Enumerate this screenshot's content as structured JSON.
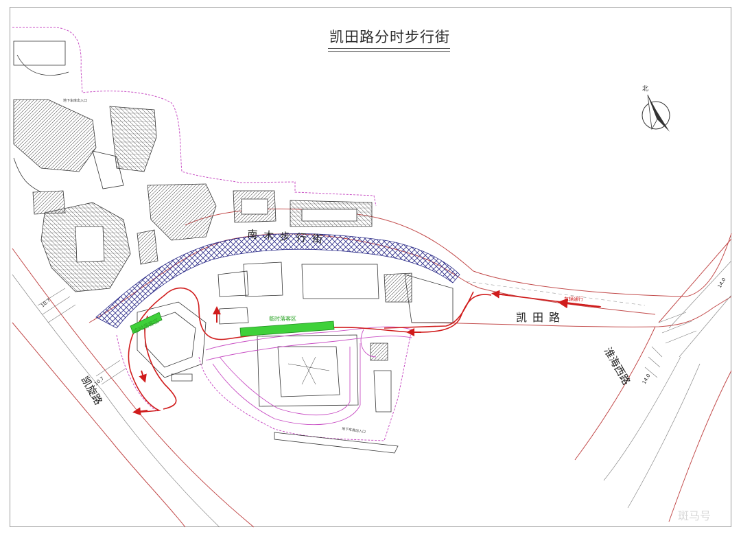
{
  "title": "凯田路分时步行街",
  "north_label": "北",
  "roads": {
    "kaitian": "凯田路",
    "huaihai_west": "淮海西路",
    "kaixuan": "凯旋路",
    "pedestrian_street": "南 木 步 行 街"
  },
  "zones": {
    "drop_off_1": "临时落客区",
    "drop_off_2": "临时落客区"
  },
  "small_labels": {
    "lane_note": "车辆通行",
    "entrance_top": "地下车库出入口",
    "entrance_bottom": "地下车库出入口"
  },
  "dimensions": {
    "right_top": "14.0",
    "right_bottom": "14.0",
    "left_top": "10.7",
    "left_bottom": "10.7"
  },
  "watermark": "斑马号",
  "colors": {
    "route": "#d01c1c",
    "drop_off": "#3fd13a",
    "pedestrian_hatch": "#2a2a88",
    "site_boundary": "#c84fc4",
    "road_edge": "#c24a4a",
    "building": "#333333"
  }
}
